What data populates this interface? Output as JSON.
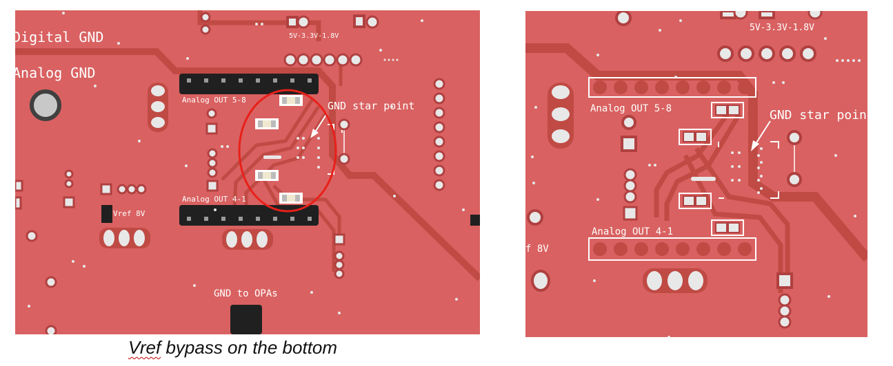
{
  "colors": {
    "board": "#d96161",
    "trace": "#c04a44",
    "pad": "#e8e8e8",
    "header_dark": "#202020",
    "highlight_ring": "#e8201a",
    "silkscreen": "#ffffff"
  },
  "left_panel": {
    "labels": {
      "power_rails": "5V-3.3V-1.8V",
      "digital_gnd": "Digital GND",
      "analog_gnd": "Analog GND",
      "analog_out_top": "Analog OUT 5-8",
      "analog_out_bottom": "Analog OUT 4-1",
      "gnd_star_point": "GND star point",
      "vref": "Vref 8V",
      "gnd_to_opas": "GND to OPAs"
    }
  },
  "right_panel": {
    "labels": {
      "power_rails": "5V-3.3V-1.8V",
      "analog_out_top": "Analog OUT 5-8",
      "analog_out_bottom": "Analog OUT 4-1",
      "gnd_star_point": "GND star point",
      "vref_partial": "f 8V"
    }
  },
  "caption": {
    "word1": "Vref",
    "rest": " bypass on the bottom"
  }
}
